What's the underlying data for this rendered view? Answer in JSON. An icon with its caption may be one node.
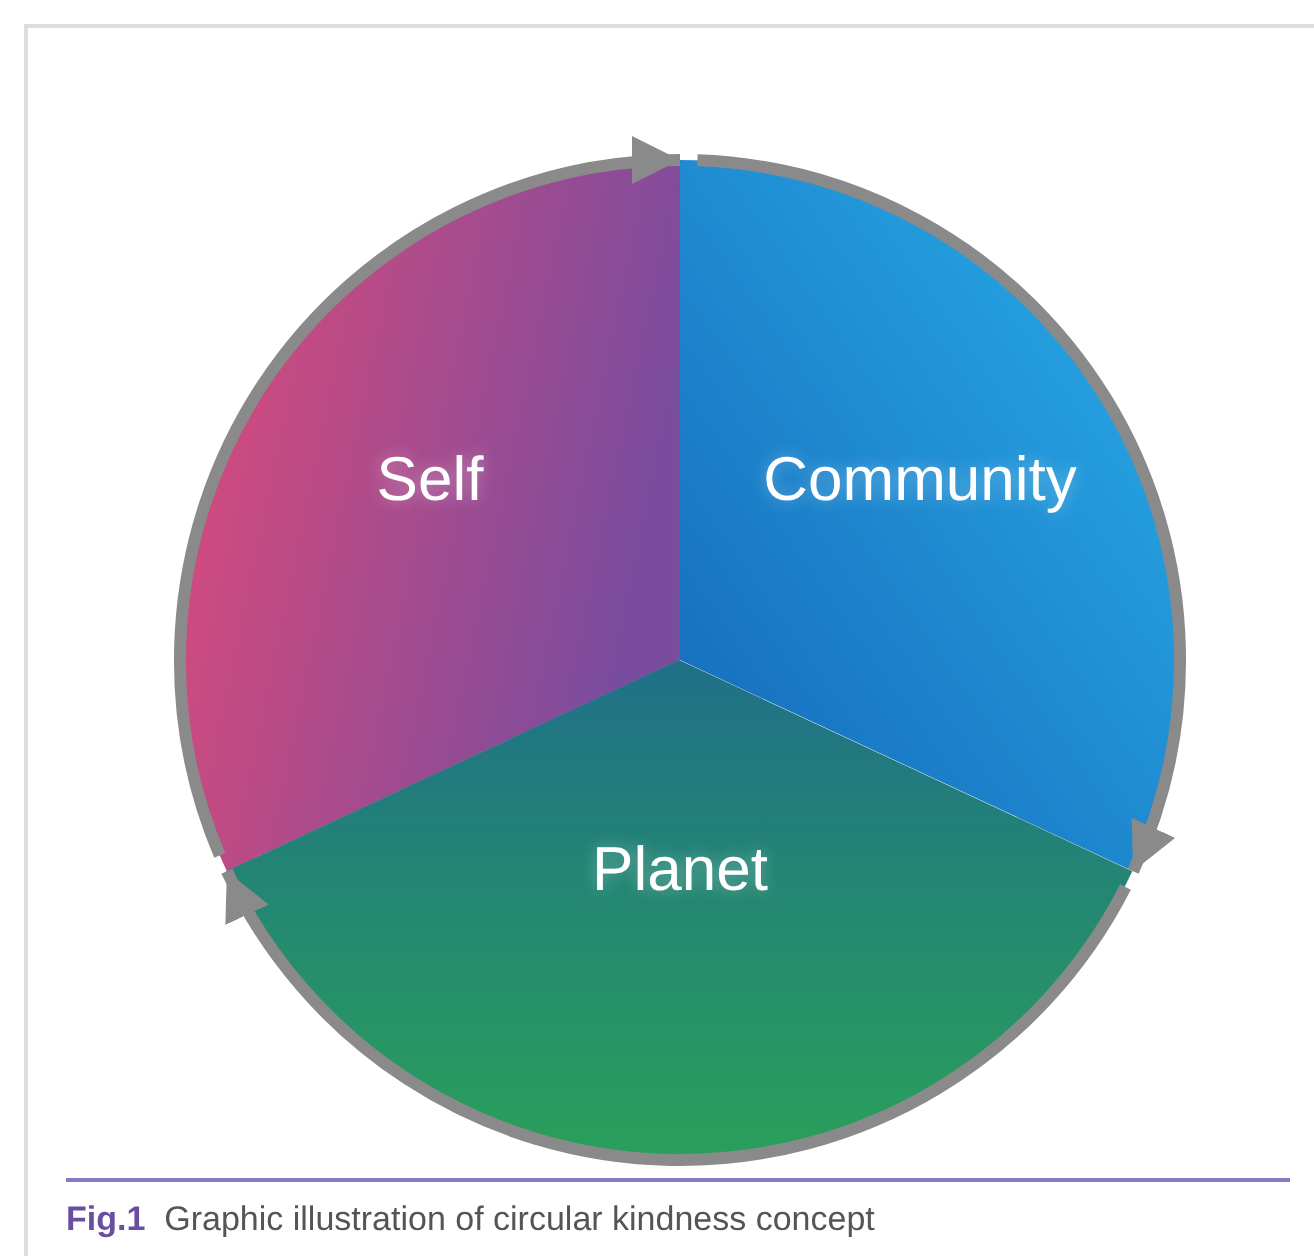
{
  "diagram": {
    "caption": "**Fig.1**  Graphic illustration of circular kindness concept",
    "nodes": [
      {
        "text": [
          "Self"
        ]
      },
      {
        "text": [
          "Community"
        ]
      },
      {
        "text": [
          "Planet"
        ]
      }
    ],
    "edges": [
      {
        "from": 0,
        "to": 1,
        "arrow": "to"
      },
      {
        "from": 1,
        "to": 2,
        "arrow": "to"
      },
      {
        "from": 2,
        "to": 0,
        "arrow": "to"
      }
    ]
  }
}
